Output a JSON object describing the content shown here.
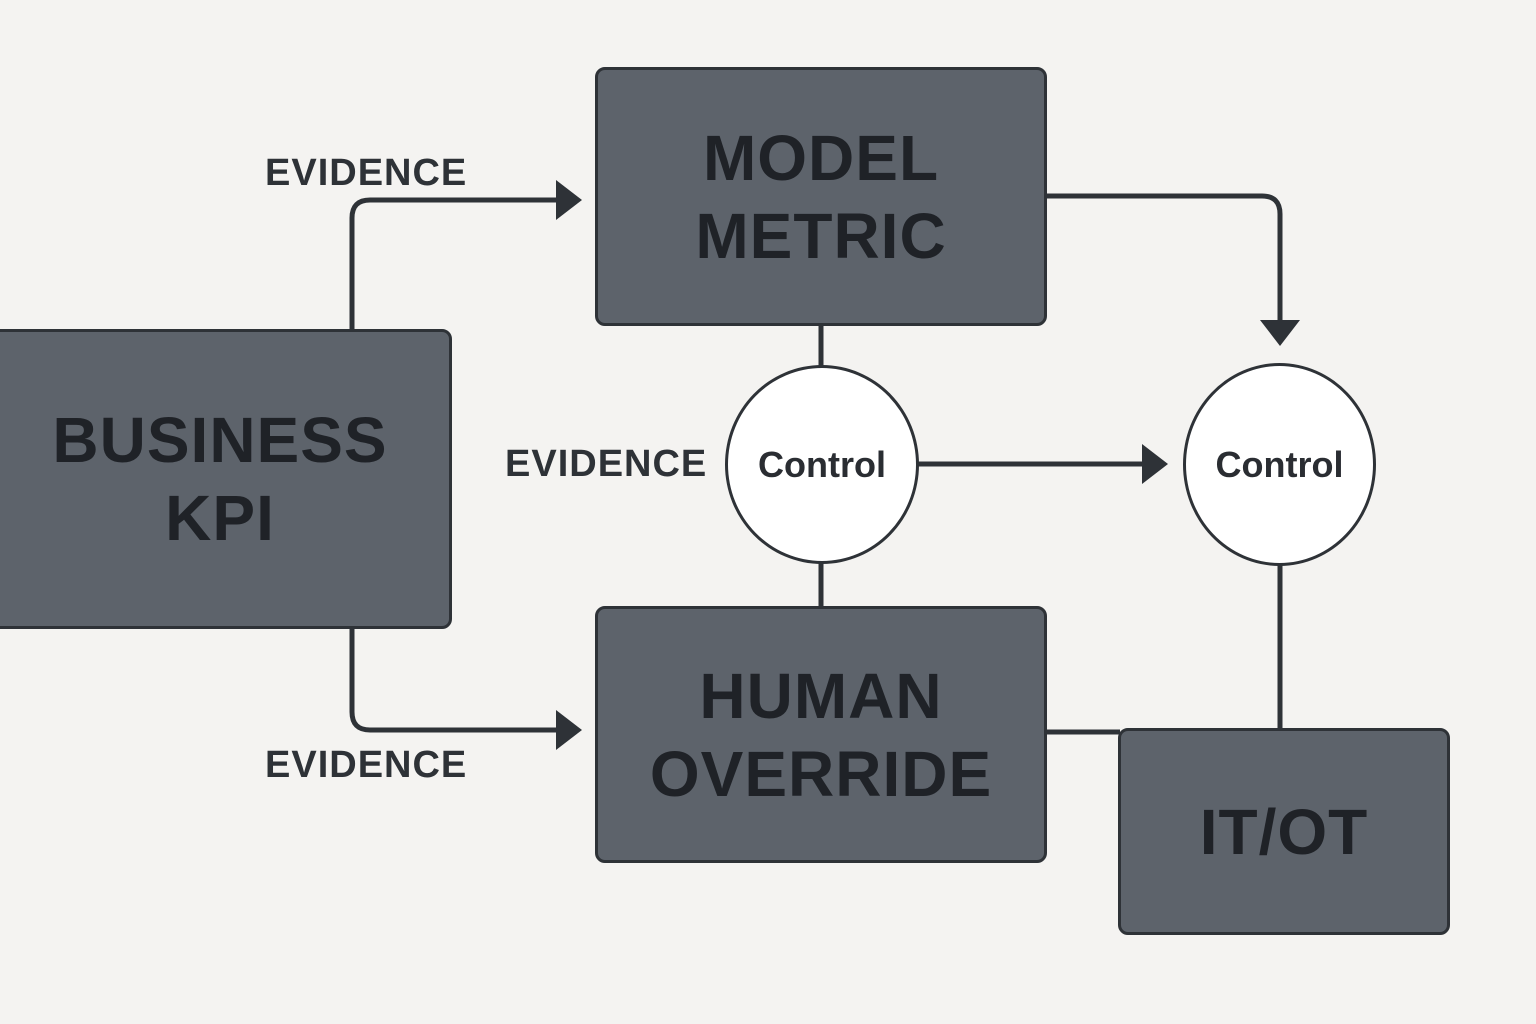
{
  "nodes": {
    "model_metric": {
      "lines": [
        "MODEL",
        "METRIC"
      ]
    },
    "business_kpi": {
      "lines": [
        "BUSINESS",
        "KPI"
      ]
    },
    "human_override": {
      "lines": [
        "HUMAN",
        "OVERRIDE"
      ]
    },
    "it_ot": {
      "lines": [
        "IT/OT"
      ]
    },
    "control_left": {
      "label": "Control"
    },
    "control_right": {
      "label": "Control"
    }
  },
  "edge_labels": {
    "evidence_top": "EVIDENCE",
    "evidence_middle": "EVIDENCE",
    "evidence_bottom": "EVIDENCE"
  },
  "colors": {
    "background": "#f4f3f1",
    "box_fill": "#5d636b",
    "stroke": "#2e3237",
    "circle_fill": "#ffffff"
  }
}
